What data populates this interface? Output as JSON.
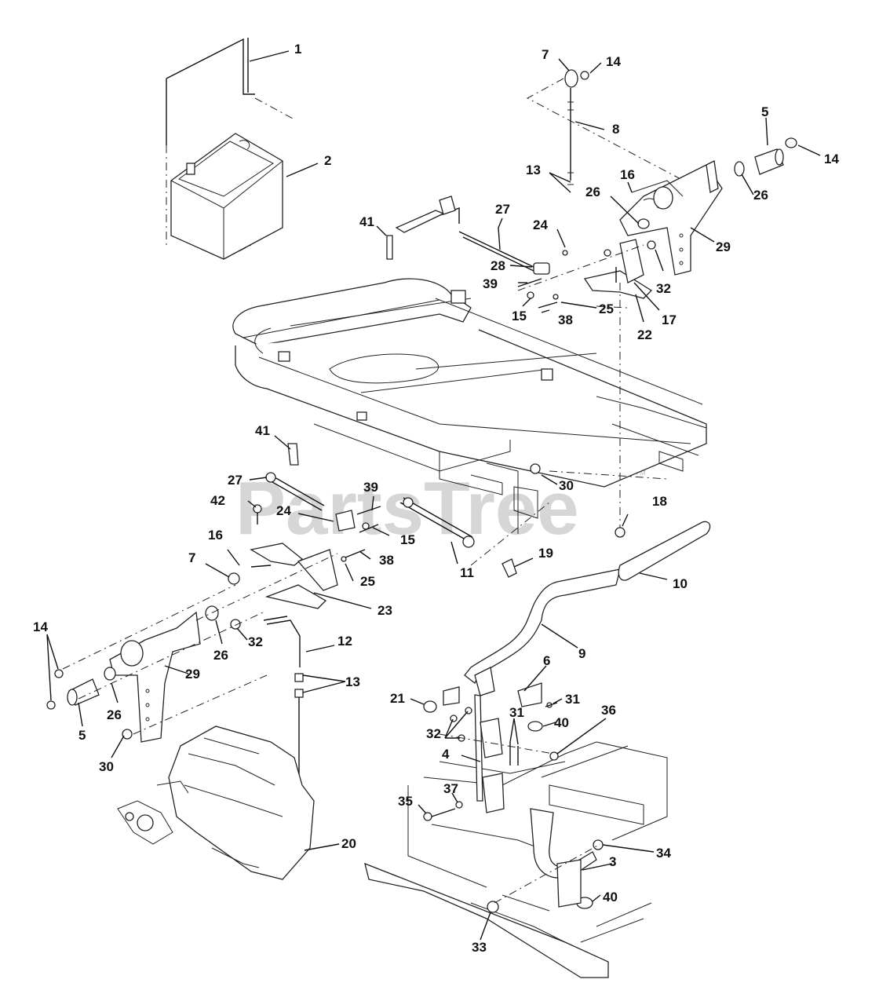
{
  "watermark": {
    "text": "PartsTree",
    "trademark": "™"
  },
  "callouts": [
    "1",
    "2",
    "7",
    "14",
    "8",
    "5",
    "14",
    "13",
    "16",
    "26",
    "26",
    "29",
    "41",
    "27",
    "24",
    "28",
    "39",
    "32",
    "15",
    "38",
    "25",
    "17",
    "22",
    "41",
    "30",
    "27",
    "39",
    "18",
    "42",
    "24",
    "15",
    "11",
    "19",
    "10",
    "16",
    "38",
    "7",
    "25",
    "23",
    "14",
    "32",
    "26",
    "12",
    "9",
    "29",
    "6",
    "13",
    "21",
    "31",
    "26",
    "32",
    "31",
    "40",
    "36",
    "5",
    "30",
    "4",
    "37",
    "35",
    "20",
    "34",
    "3",
    "40",
    "33"
  ]
}
